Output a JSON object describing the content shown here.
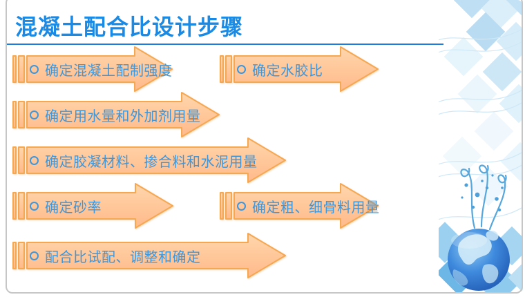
{
  "slide": {
    "title": "混凝土配合比设计步骤",
    "title_color": "#1b8ae4",
    "underline_color": "#1d7ed4"
  },
  "arrows": [
    {
      "label": "确定混凝土配制强度"
    },
    {
      "label": "确定水胶比"
    },
    {
      "label": "确定用水量和外加剂用量"
    },
    {
      "label": "确定胶凝材料、掺合料和水泥用量"
    },
    {
      "label": "确定砂率"
    },
    {
      "label": "确定粗、细骨料用量"
    },
    {
      "label": "配合比试配、调整和确定"
    }
  ],
  "colors": {
    "arrow_fill_top": "#ffd6ab",
    "arrow_fill_bottom": "#ffb98a",
    "arrow_stroke": "#f5a752",
    "label_blue": "#3e96db",
    "pattern_blue": "#bedff4",
    "globe_blue": "#2d77d0"
  },
  "icons": {
    "globe_icon": "earth-globe",
    "bullet_icon": "circle-outline",
    "pattern_icon": "diamond-checker"
  }
}
